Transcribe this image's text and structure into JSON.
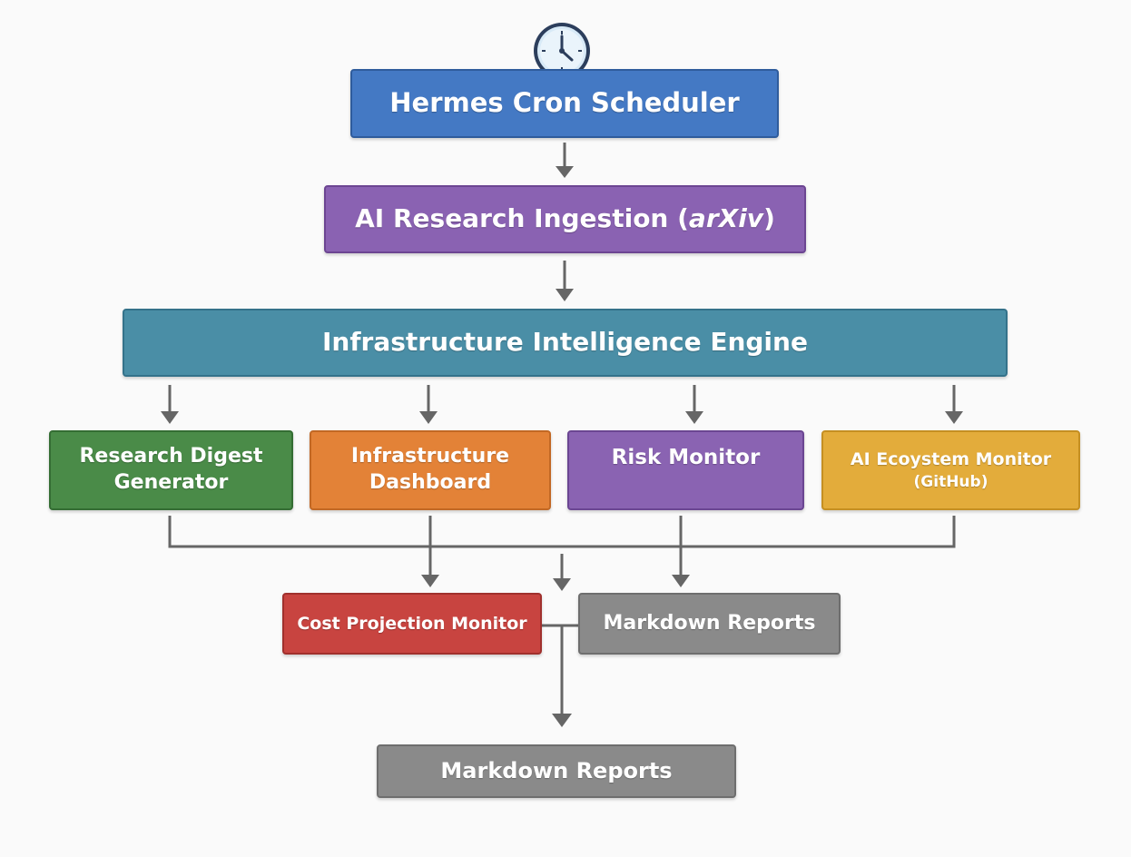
{
  "nodes": {
    "scheduler": {
      "label": "Hermes Cron Scheduler"
    },
    "ingestion": {
      "label_main": "AI Research Ingestion (",
      "label_italic": "arXiv",
      "label_end": ")"
    },
    "engine": {
      "label": "Infrastructure Intelligence Engine"
    },
    "digest": {
      "line1": "Research Digest",
      "line2": "Generator"
    },
    "dashboard": {
      "line1": "Infrastructure",
      "line2": "Dashboard"
    },
    "risk": {
      "label": "Risk Monitor"
    },
    "ecosystem": {
      "line1": "AI Ecoystem Monitor",
      "line2": "(GitHub)"
    },
    "cost": {
      "label": "Cost Projection Monitor"
    },
    "markdown_reports_mid": {
      "label": "Markdown Reports"
    },
    "markdown_reports_final": {
      "label": "Markdown Reports"
    }
  },
  "icons": {
    "scheduler_icon": "clock-icon"
  },
  "colors": {
    "scheduler": "#4479c4",
    "ingestion": "#8a62b2",
    "engine": "#4a8ea6",
    "digest": "#4a8b48",
    "dashboard": "#e38237",
    "risk": "#8a63b2",
    "ecosystem": "#e3ac3b",
    "cost": "#c84440",
    "reports": "#8a8a8a",
    "connector": "#666666"
  }
}
